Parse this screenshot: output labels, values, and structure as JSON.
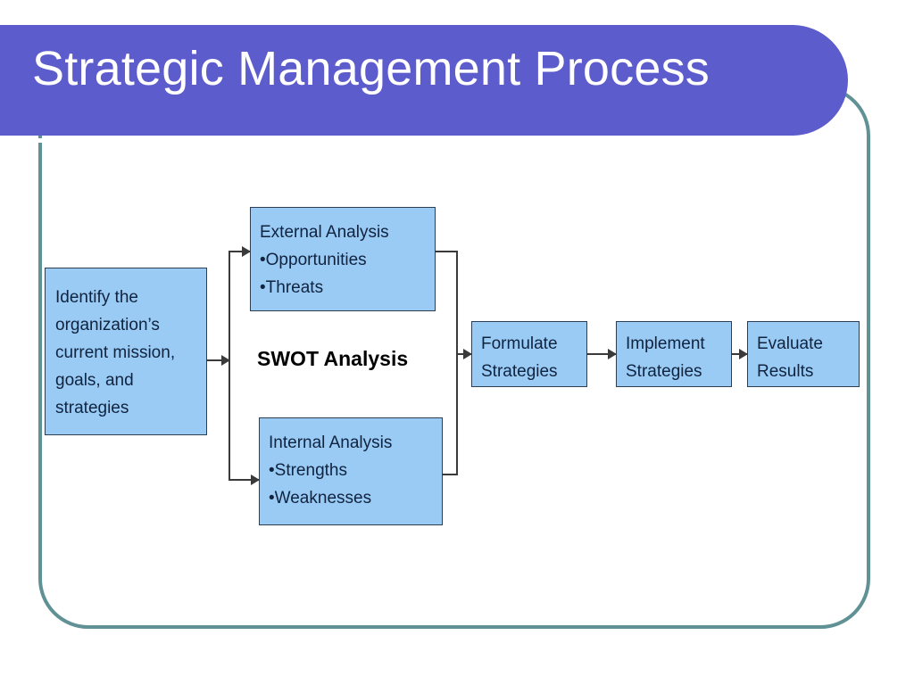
{
  "slide": {
    "title": "Strategic Management Process",
    "colors": {
      "banner": "#5D5CCD",
      "frame": "#5F9195",
      "box_fill": "#9ACBF5",
      "box_border": "#2C3E50",
      "connector": "#3A3A3A",
      "title_text": "#FFFFFF",
      "body_text": "#10233F",
      "background": "#FFFFFF"
    }
  },
  "diagram": {
    "type": "flowchart",
    "swot_label": "SWOT Analysis",
    "boxes": {
      "identify": {
        "name": "Identify the organization's current mission, goals, and strategies",
        "lines": [
          "Identify the",
          "organization’s",
          "current mission,",
          "goals, and",
          "strategies"
        ]
      },
      "external": {
        "name": "External Analysis",
        "lines": [
          "External Analysis",
          "•Opportunities",
          "•Threats"
        ]
      },
      "internal": {
        "name": "Internal Analysis",
        "lines": [
          "Internal Analysis",
          "•Strengths",
          "•Weaknesses"
        ]
      },
      "formulate": {
        "name": "Formulate Strategies",
        "lines": [
          "Formulate",
          "Strategies"
        ]
      },
      "implement": {
        "name": "Implement Strategies",
        "lines": [
          "Implement",
          "Strategies"
        ]
      },
      "evaluate": {
        "name": "Evaluate Results",
        "lines": [
          "Evaluate",
          "Results"
        ]
      }
    },
    "flow": [
      "identify -> external",
      "identify -> internal",
      "external -> formulate",
      "internal -> formulate",
      "formulate -> implement",
      "implement -> evaluate"
    ]
  }
}
